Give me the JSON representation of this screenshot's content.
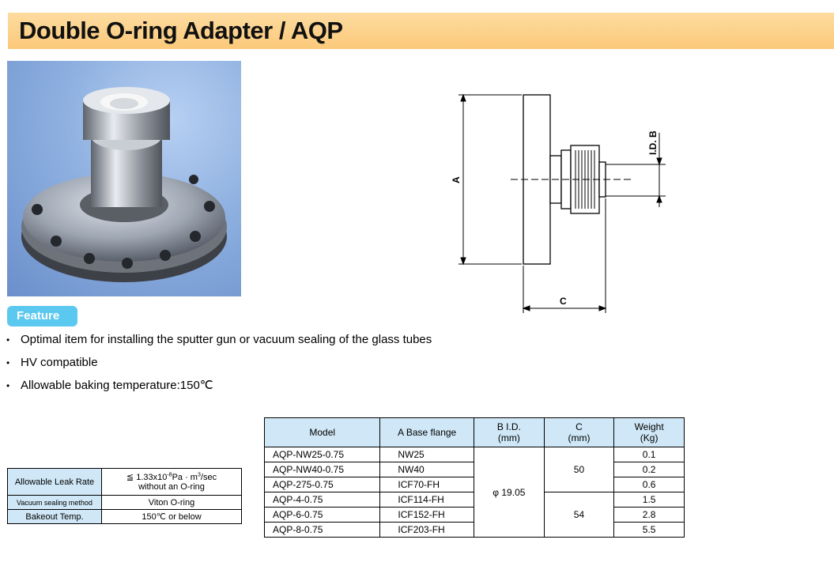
{
  "title": "Double O-ring Adapter / AQP",
  "feature_badge": "Feature",
  "features": [
    "Optimal item for installing  the  sputter gun or vacuum sealing of the glass tubes",
    "HV compatible",
    "Allowable baking temperature:150℃"
  ],
  "diagram_labels": {
    "a": "A",
    "c": "C",
    "id_b": "I.D. B"
  },
  "spec_table": {
    "rows": [
      {
        "label": "Allowable Leak Rate",
        "value_line1_pre": "≦ 1.33x10",
        "value_line1_exp": "-8",
        "value_line1_mid": "Pa · m",
        "value_line1_exp2": "3",
        "value_line1_post": "/sec",
        "value_line2": "without an O-ring"
      },
      {
        "label": "Vacuum sealing method",
        "value": "Viton O-ring"
      },
      {
        "label": "Bakeout Temp.",
        "value": "150℃ or below"
      }
    ]
  },
  "main_table": {
    "headers": {
      "model": "Model",
      "base_flange": "A Base flange",
      "bid_line1": "B I.D.",
      "bid_line2": "(mm)",
      "c_line1": "C",
      "c_line2": "(mm)",
      "weight_line1": "Weight",
      "weight_line2": "(Kg)"
    },
    "rows": [
      {
        "model": "AQP-NW25-0.75",
        "flange": "NW25",
        "weight": "0.1"
      },
      {
        "model": "AQP-NW40-0.75",
        "flange": "NW40",
        "weight": "0.2"
      },
      {
        "model": "AQP-275-0.75",
        "flange": "ICF70-FH",
        "weight": "0.6"
      },
      {
        "model": "AQP-4-0.75",
        "flange": "ICF114-FH",
        "weight": "1.5"
      },
      {
        "model": "AQP-6-0.75",
        "flange": "ICF152-FH",
        "weight": "2.8"
      },
      {
        "model": "AQP-8-0.75",
        "flange": "ICF203-FH",
        "weight": "5.5"
      }
    ],
    "bid_value": "φ 19.05",
    "c_value_group1": "50",
    "c_value_group2": "54"
  },
  "colors": {
    "title_bar": "#fbc97a",
    "badge": "#5bc8ef",
    "table_header": "#cfe7f6"
  }
}
